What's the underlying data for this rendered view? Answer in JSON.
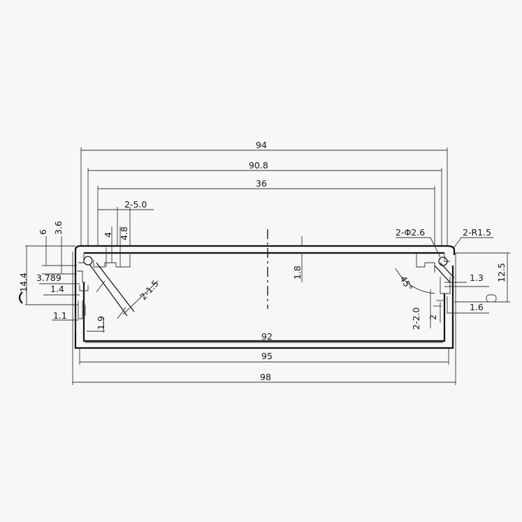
{
  "colors": {
    "ink": "#1c1c1c",
    "paper": "#f7f7f5"
  },
  "dimensions": {
    "overall_top": "94",
    "inner_top": "90.8",
    "span_86": "36",
    "slot_width": "2-5.0",
    "dim_6": "6",
    "dim_3_6": "3.6",
    "dim_4": "4",
    "dim_4_8": "4.8",
    "hole": "2-Φ2.6",
    "corner_radius": "2-R1.5",
    "height_total": "14.4",
    "dim_3_789": "3.789",
    "dim_1_4": "1.4",
    "dim_1_1": "1.1",
    "dim_1_9": "1.9",
    "chamfer": "2-1.5",
    "wall": "1.8",
    "angle": "45°",
    "dim_1_3": "1.3",
    "height_right": "12.5",
    "slot_depth": "2-2.0",
    "dim_2": "2",
    "dim_1_6": "1.6",
    "bottom_inner": "92",
    "bottom_mid": "95",
    "overall_bottom": "98"
  }
}
